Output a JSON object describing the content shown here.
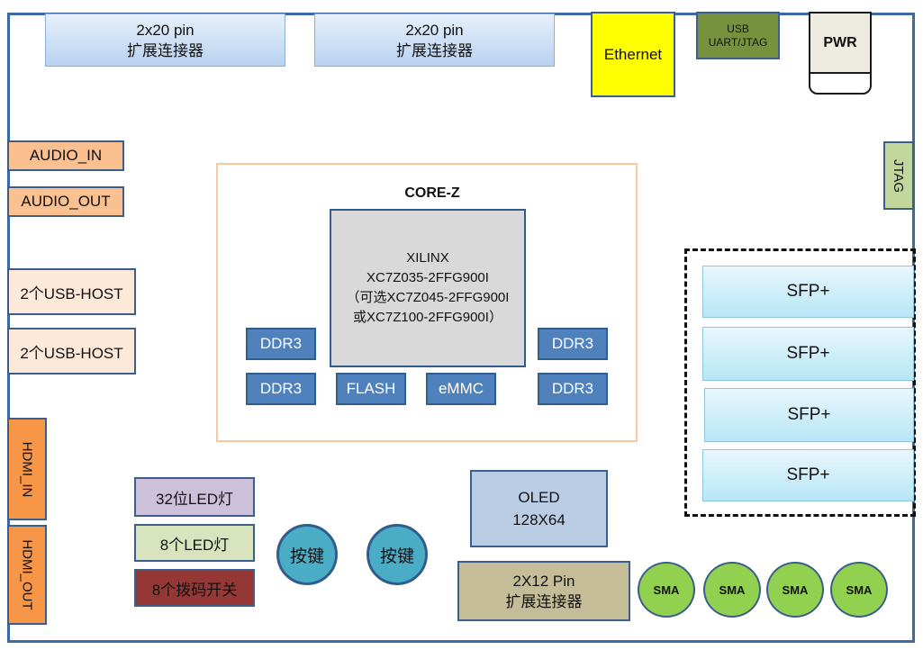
{
  "top": {
    "expansion_left": {
      "line1": "2x20 pin",
      "line2": "扩展连接器"
    },
    "expansion_right": {
      "line1": "2x20 pin",
      "line2": "扩展连接器"
    },
    "ethernet": "Ethernet",
    "usb_uart": {
      "line1": "USB",
      "line2": "UART/JTAG"
    },
    "power": "PWR"
  },
  "left": {
    "audio_in": "AUDIO_IN",
    "audio_out": "AUDIO_OUT",
    "usb_host_1": "2个USB-HOST",
    "usb_host_2": "2个USB-HOST",
    "hdmi_in": "HDMI_IN",
    "hdmi_out": "HDMI_OUT"
  },
  "right": {
    "jtag": "JTAG",
    "sfp": [
      "SFP+",
      "SFP+",
      "SFP+",
      "SFP+"
    ]
  },
  "core": {
    "title": "CORE-Z",
    "chip": {
      "line1": "XILINX",
      "line2": "XC7Z035-2FFG900I",
      "line3": "（可选XC7Z045-2FFG900I",
      "line4": "或XC7Z100-2FFG900I）"
    },
    "ddr3_left_top": "DDR3",
    "ddr3_left_bottom": "DDR3",
    "ddr3_right_top": "DDR3",
    "ddr3_right_bottom": "DDR3",
    "flash": "FLASH",
    "emmc": "eMMC"
  },
  "bottom": {
    "led32": "32位LED灯",
    "led8": "8个LED灯",
    "dip_switch": "8个拨码开关",
    "button_1": "按键",
    "button_2": "按键",
    "oled": {
      "line1": "OLED",
      "line2": "128X64"
    },
    "expansion_2x12": {
      "line1": "2X12 Pin",
      "line2": "扩展连接器"
    },
    "sma": [
      "SMA",
      "SMA",
      "SMA",
      "SMA"
    ]
  },
  "colors": {
    "board_border": "#3a6aa6",
    "ethernet": "#ffff00",
    "ddr3": "#4f81bd",
    "sma": "#92d050",
    "hdmi": "#f79646"
  }
}
